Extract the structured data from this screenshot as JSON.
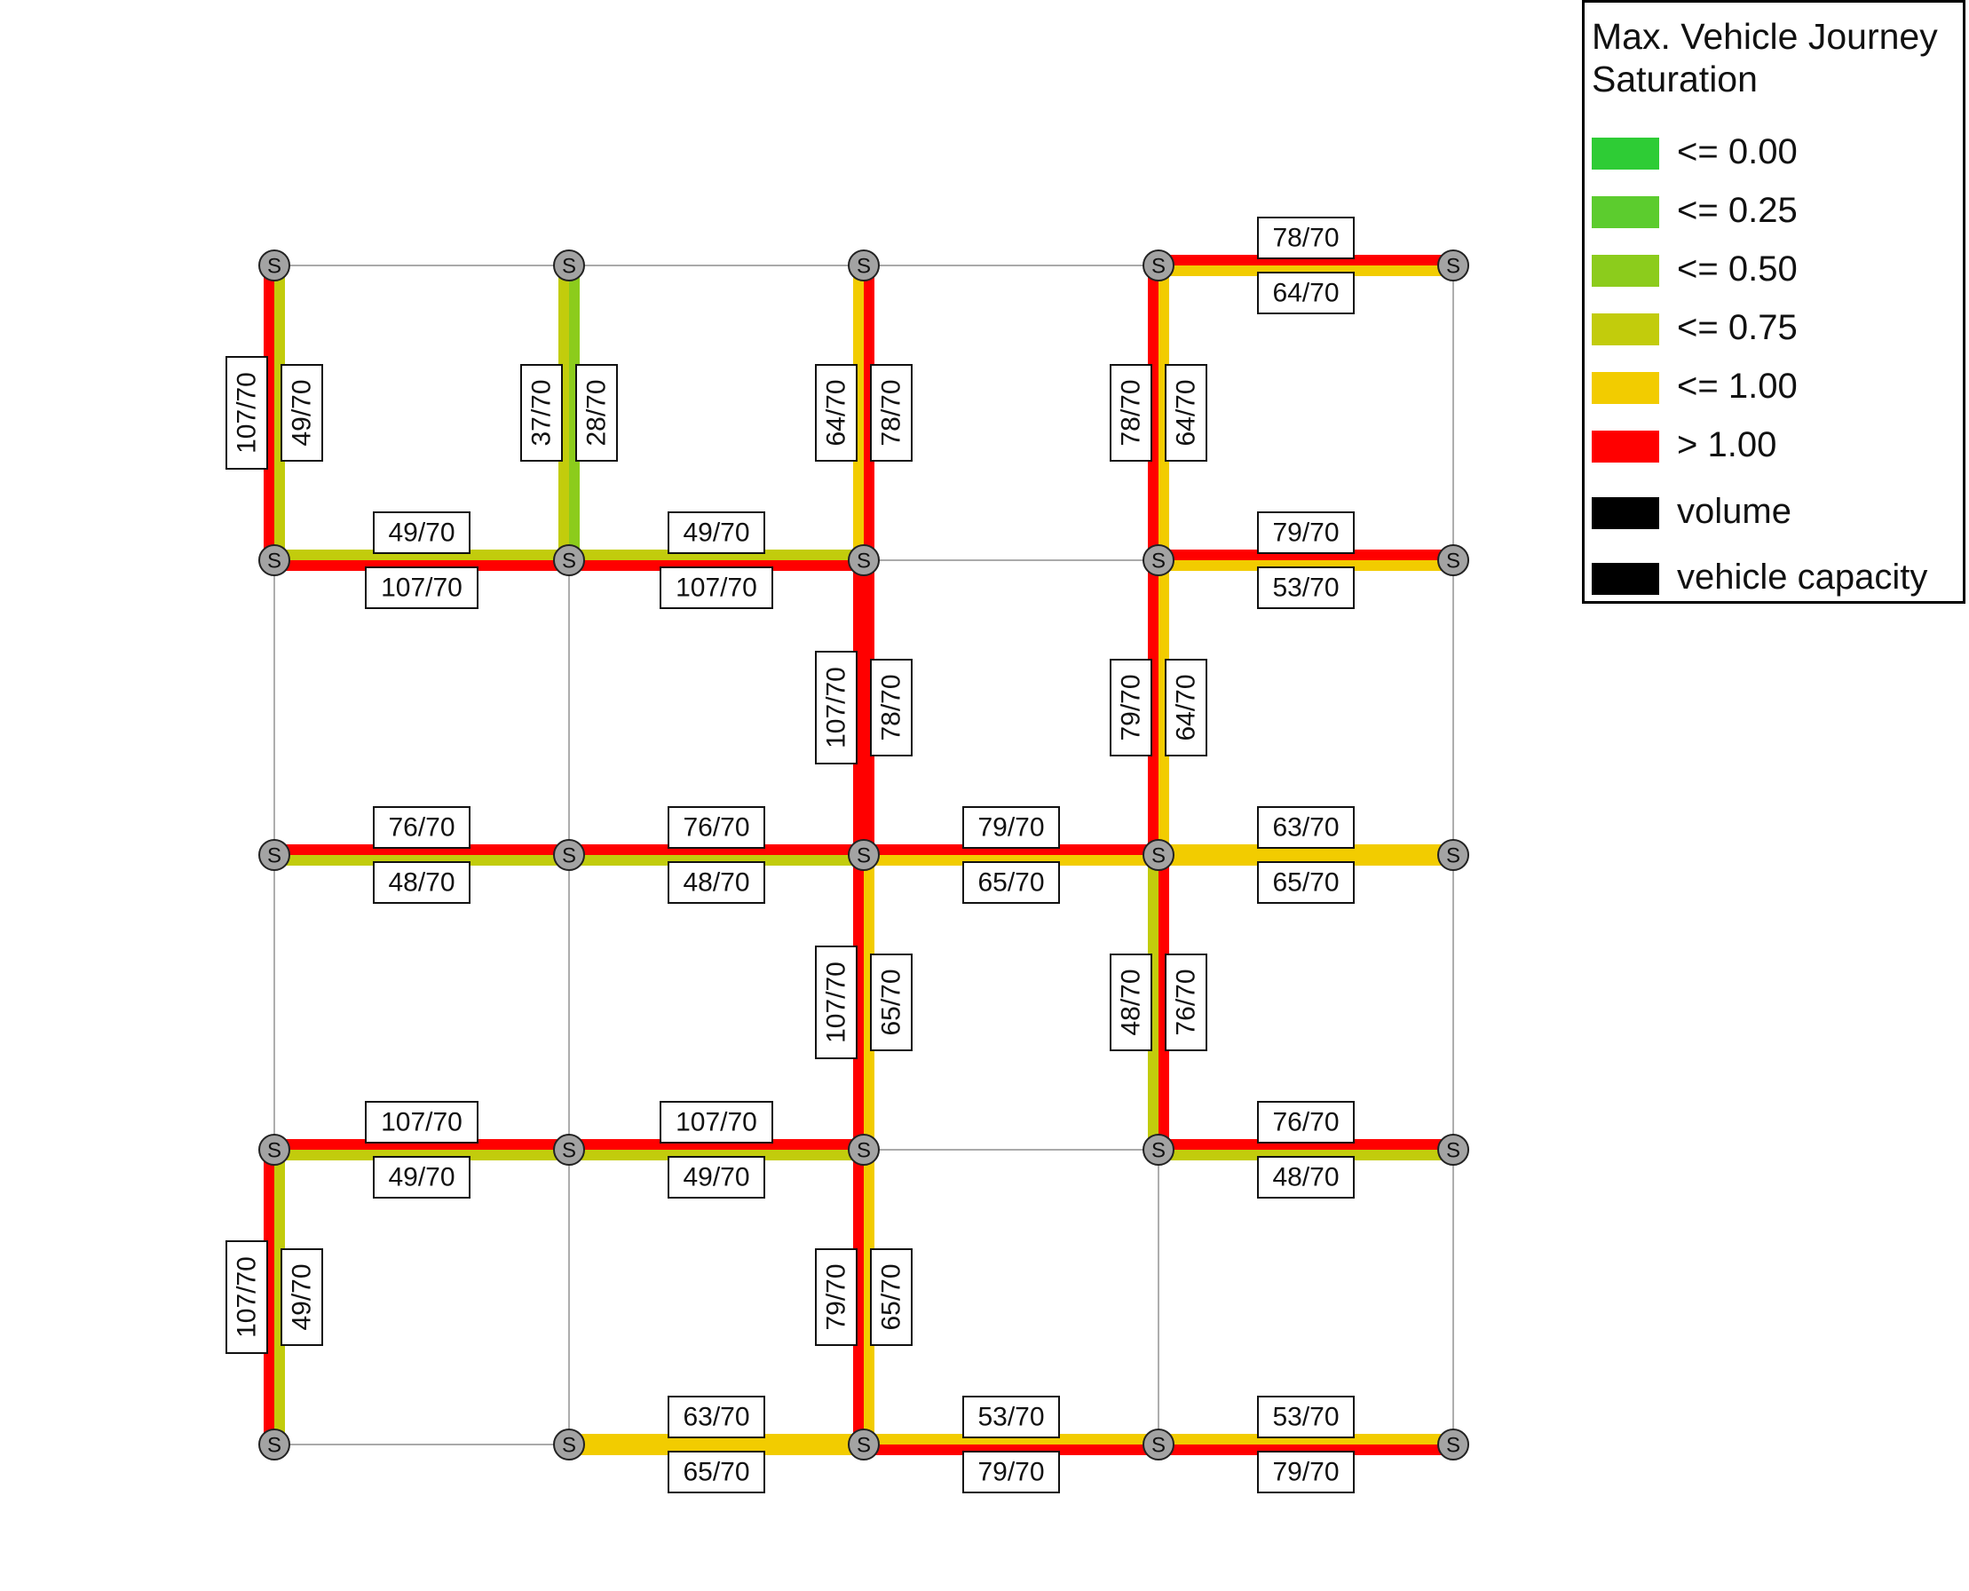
{
  "legend": {
    "title": "Max. Vehicle Journey Saturation",
    "items": [
      {
        "label": "<= 0.00",
        "color": "#2ecc35"
      },
      {
        "label": "<= 0.25",
        "color": "#5ccc2e"
      },
      {
        "label": "<= 0.50",
        "color": "#8ccc1c"
      },
      {
        "label": "<= 0.75",
        "color": "#c2cc0c"
      },
      {
        "label": "<= 1.00",
        "color": "#f2cc00"
      },
      {
        "label": "> 1.00",
        "color": "#ff0000"
      },
      {
        "label": "volume",
        "color": "#000000"
      },
      {
        "label": "vehicle capacity",
        "color": "#000000"
      }
    ]
  },
  "node_label": "S",
  "grid": {
    "cols": 5,
    "rows": 5
  },
  "nodes": [
    [
      0,
      0
    ],
    [
      1,
      0
    ],
    [
      2,
      0
    ],
    [
      3,
      0
    ],
    [
      4,
      0
    ],
    [
      0,
      1
    ],
    [
      1,
      1
    ],
    [
      2,
      1
    ],
    [
      3,
      1
    ],
    [
      4,
      1
    ],
    [
      0,
      2
    ],
    [
      1,
      2
    ],
    [
      2,
      2
    ],
    [
      3,
      2
    ],
    [
      4,
      2
    ],
    [
      0,
      3
    ],
    [
      1,
      3
    ],
    [
      2,
      3
    ],
    [
      3,
      3
    ],
    [
      4,
      3
    ],
    [
      0,
      4
    ],
    [
      1,
      4
    ],
    [
      2,
      4
    ],
    [
      3,
      4
    ],
    [
      4,
      4
    ]
  ],
  "links": [
    {
      "from": [
        0,
        0
      ],
      "to": [
        0,
        1
      ],
      "a": {
        "value": "107/70",
        "color": "#ff0000"
      },
      "b": {
        "value": "49/70",
        "color": "#c2cc0c"
      }
    },
    {
      "from": [
        1,
        0
      ],
      "to": [
        1,
        1
      ],
      "a": {
        "value": "37/70",
        "color": "#c2cc0c"
      },
      "b": {
        "value": "28/70",
        "color": "#8ccc1c"
      }
    },
    {
      "from": [
        2,
        0
      ],
      "to": [
        2,
        1
      ],
      "a": {
        "value": "64/70",
        "color": "#f2cc00"
      },
      "b": {
        "value": "78/70",
        "color": "#ff0000"
      }
    },
    {
      "from": [
        3,
        0
      ],
      "to": [
        3,
        1
      ],
      "a": {
        "value": "78/70",
        "color": "#ff0000"
      },
      "b": {
        "value": "64/70",
        "color": "#f2cc00"
      }
    },
    {
      "from": [
        3,
        0
      ],
      "to": [
        4,
        0
      ],
      "a": {
        "value": "78/70",
        "color": "#ff0000"
      },
      "b": {
        "value": "64/70",
        "color": "#f2cc00"
      }
    },
    {
      "from": [
        0,
        1
      ],
      "to": [
        1,
        1
      ],
      "a": {
        "value": "49/70",
        "color": "#c2cc0c"
      },
      "b": {
        "value": "107/70",
        "color": "#ff0000"
      }
    },
    {
      "from": [
        1,
        1
      ],
      "to": [
        2,
        1
      ],
      "a": {
        "value": "49/70",
        "color": "#c2cc0c"
      },
      "b": {
        "value": "107/70",
        "color": "#ff0000"
      }
    },
    {
      "from": [
        3,
        1
      ],
      "to": [
        4,
        1
      ],
      "a": {
        "value": "79/70",
        "color": "#ff0000"
      },
      "b": {
        "value": "53/70",
        "color": "#f2cc00"
      }
    },
    {
      "from": [
        2,
        1
      ],
      "to": [
        2,
        2
      ],
      "a": {
        "value": "107/70",
        "color": "#ff0000"
      },
      "b": {
        "value": "78/70",
        "color": "#ff0000"
      }
    },
    {
      "from": [
        3,
        1
      ],
      "to": [
        3,
        2
      ],
      "a": {
        "value": "79/70",
        "color": "#ff0000"
      },
      "b": {
        "value": "64/70",
        "color": "#f2cc00"
      }
    },
    {
      "from": [
        0,
        2
      ],
      "to": [
        1,
        2
      ],
      "a": {
        "value": "76/70",
        "color": "#ff0000"
      },
      "b": {
        "value": "48/70",
        "color": "#c2cc0c"
      }
    },
    {
      "from": [
        1,
        2
      ],
      "to": [
        2,
        2
      ],
      "a": {
        "value": "76/70",
        "color": "#ff0000"
      },
      "b": {
        "value": "48/70",
        "color": "#c2cc0c"
      }
    },
    {
      "from": [
        2,
        2
      ],
      "to": [
        3,
        2
      ],
      "a": {
        "value": "79/70",
        "color": "#ff0000"
      },
      "b": {
        "value": "65/70",
        "color": "#f2cc00"
      }
    },
    {
      "from": [
        3,
        2
      ],
      "to": [
        4,
        2
      ],
      "a": {
        "value": "63/70",
        "color": "#f2cc00"
      },
      "b": {
        "value": "65/70",
        "color": "#f2cc00"
      }
    },
    {
      "from": [
        2,
        2
      ],
      "to": [
        2,
        3
      ],
      "a": {
        "value": "107/70",
        "color": "#ff0000"
      },
      "b": {
        "value": "65/70",
        "color": "#f2cc00"
      }
    },
    {
      "from": [
        3,
        2
      ],
      "to": [
        3,
        3
      ],
      "a": {
        "value": "48/70",
        "color": "#c2cc0c"
      },
      "b": {
        "value": "76/70",
        "color": "#ff0000"
      }
    },
    {
      "from": [
        0,
        3
      ],
      "to": [
        1,
        3
      ],
      "a": {
        "value": "107/70",
        "color": "#ff0000"
      },
      "b": {
        "value": "49/70",
        "color": "#c2cc0c"
      }
    },
    {
      "from": [
        1,
        3
      ],
      "to": [
        2,
        3
      ],
      "a": {
        "value": "107/70",
        "color": "#ff0000"
      },
      "b": {
        "value": "49/70",
        "color": "#c2cc0c"
      }
    },
    {
      "from": [
        3,
        3
      ],
      "to": [
        4,
        3
      ],
      "a": {
        "value": "76/70",
        "color": "#ff0000"
      },
      "b": {
        "value": "48/70",
        "color": "#c2cc0c"
      }
    },
    {
      "from": [
        0,
        3
      ],
      "to": [
        0,
        4
      ],
      "a": {
        "value": "107/70",
        "color": "#ff0000"
      },
      "b": {
        "value": "49/70",
        "color": "#c2cc0c"
      }
    },
    {
      "from": [
        2,
        3
      ],
      "to": [
        2,
        4
      ],
      "a": {
        "value": "79/70",
        "color": "#ff0000"
      },
      "b": {
        "value": "65/70",
        "color": "#f2cc00"
      }
    },
    {
      "from": [
        1,
        4
      ],
      "to": [
        2,
        4
      ],
      "a": {
        "value": "63/70",
        "color": "#f2cc00"
      },
      "b": {
        "value": "65/70",
        "color": "#f2cc00"
      }
    },
    {
      "from": [
        2,
        4
      ],
      "to": [
        3,
        4
      ],
      "a": {
        "value": "53/70",
        "color": "#f2cc00"
      },
      "b": {
        "value": "79/70",
        "color": "#ff0000"
      }
    },
    {
      "from": [
        3,
        4
      ],
      "to": [
        4,
        4
      ],
      "a": {
        "value": "53/70",
        "color": "#f2cc00"
      },
      "b": {
        "value": "79/70",
        "color": "#ff0000"
      }
    }
  ]
}
